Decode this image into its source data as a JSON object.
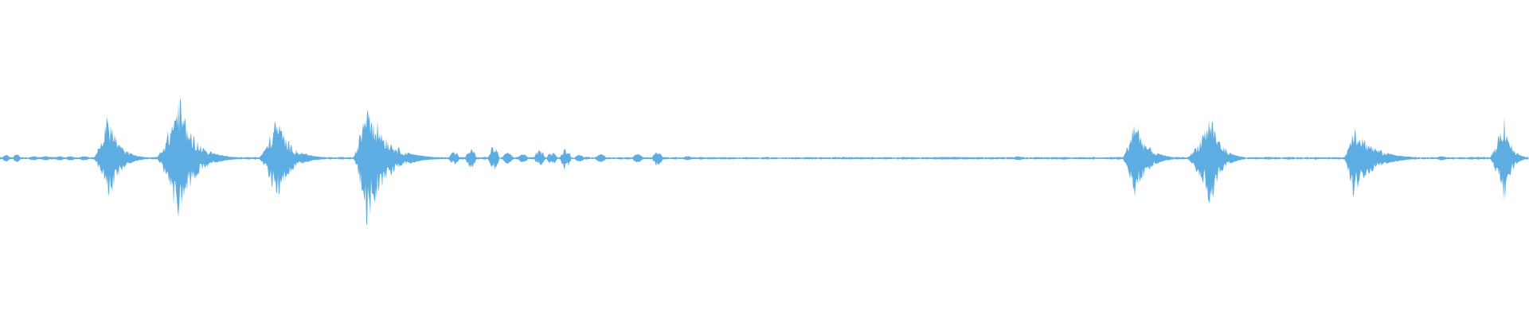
{
  "waveform": {
    "color": "#5dade2",
    "background": "#ffffff",
    "silence_amplitude": 0.015,
    "events": [
      {
        "kind": "pair",
        "center": 0.4,
        "peak": 0.05
      },
      {
        "kind": "pair",
        "center": 1.1,
        "peak": 0.06
      },
      {
        "kind": "blip",
        "center": 2.2,
        "peak": 0.03
      },
      {
        "kind": "blip",
        "center": 3.0,
        "peak": 0.03
      },
      {
        "kind": "blip",
        "center": 3.9,
        "peak": 0.03
      },
      {
        "kind": "blip",
        "center": 4.6,
        "peak": 0.03
      },
      {
        "kind": "blip",
        "center": 5.5,
        "peak": 0.03
      },
      {
        "kind": "burst",
        "start": 6.1,
        "peak_at": 7.1,
        "end": 9.8,
        "peak": 0.68
      },
      {
        "kind": "burst",
        "start": 10.2,
        "peak_at": 11.7,
        "end": 15.6,
        "peak": 0.92
      },
      {
        "kind": "burst",
        "start": 16.9,
        "peak_at": 18.1,
        "end": 21.6,
        "peak": 0.62
      },
      {
        "kind": "burst",
        "start": 23.1,
        "peak_at": 24.0,
        "end": 28.6,
        "peak": 1.0
      },
      {
        "kind": "blip",
        "center": 29.7,
        "peak": 0.1
      },
      {
        "kind": "blip",
        "center": 30.8,
        "peak": 0.14
      },
      {
        "kind": "blip",
        "center": 32.3,
        "peak": 0.18
      },
      {
        "kind": "blip",
        "center": 33.2,
        "peak": 0.08
      },
      {
        "kind": "blip",
        "center": 34.2,
        "peak": 0.06
      },
      {
        "kind": "blip",
        "center": 35.3,
        "peak": 0.12
      },
      {
        "kind": "blip",
        "center": 36.1,
        "peak": 0.09
      },
      {
        "kind": "blip",
        "center": 37.0,
        "peak": 0.16
      },
      {
        "kind": "blip",
        "center": 37.9,
        "peak": 0.05
      },
      {
        "kind": "blip",
        "center": 39.3,
        "peak": 0.06
      },
      {
        "kind": "blip",
        "center": 41.7,
        "peak": 0.06
      },
      {
        "kind": "blip",
        "center": 43.0,
        "peak": 0.11
      },
      {
        "kind": "blip",
        "center": 45.0,
        "peak": 0.03
      },
      {
        "kind": "burst",
        "start": 73.4,
        "peak_at": 74.2,
        "end": 77.2,
        "peak": 0.62
      },
      {
        "kind": "burst",
        "start": 77.6,
        "peak_at": 79.2,
        "end": 81.7,
        "peak": 0.68
      },
      {
        "kind": "burst",
        "start": 87.9,
        "peak_at": 88.5,
        "end": 93.3,
        "peak": 0.55
      },
      {
        "kind": "burst",
        "start": 97.4,
        "peak_at": 98.4,
        "end": 100.0,
        "peak": 0.68
      },
      {
        "kind": "blip",
        "center": 61.6,
        "peak": 0.02
      },
      {
        "kind": "blip",
        "center": 62.5,
        "peak": 0.02
      },
      {
        "kind": "blip",
        "center": 66.6,
        "peak": 0.03
      },
      {
        "kind": "blip",
        "center": 69.6,
        "peak": 0.02
      },
      {
        "kind": "blip",
        "center": 82.9,
        "peak": 0.02
      },
      {
        "kind": "blip",
        "center": 94.3,
        "peak": 0.03
      }
    ]
  }
}
